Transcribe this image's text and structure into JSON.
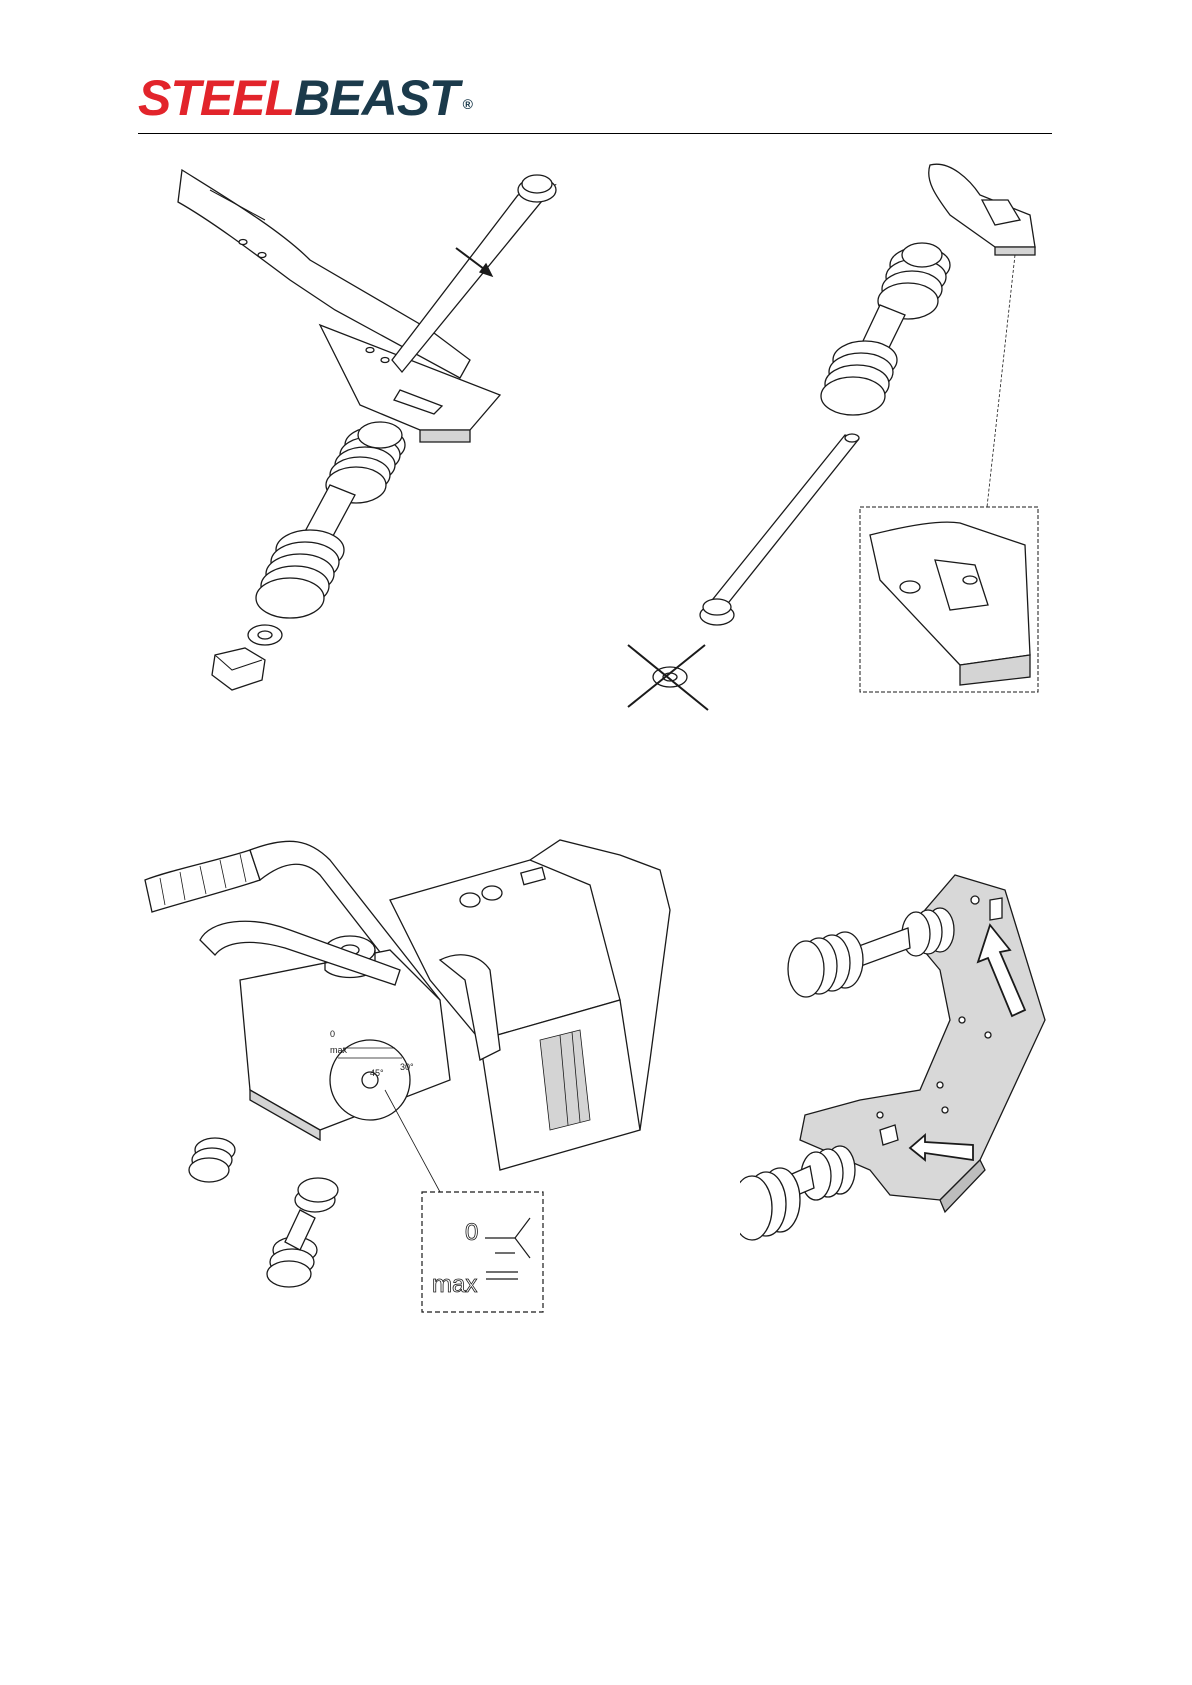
{
  "brand": {
    "logo_part1": "STEEL",
    "logo_part2": "BEAST",
    "registered_mark": "®"
  },
  "figures": {
    "detail_dial": {
      "label_zero": "0",
      "label_max": "max"
    },
    "machine_dial": {
      "label_zero": "0",
      "label_max": "max",
      "angle_45": "45°",
      "angle_30": "30°"
    }
  },
  "colors": {
    "brand_red": "#e2242b",
    "brand_navy": "#1b3a4b",
    "line": "#1a1a1a",
    "shade": "#d4d4d4"
  }
}
